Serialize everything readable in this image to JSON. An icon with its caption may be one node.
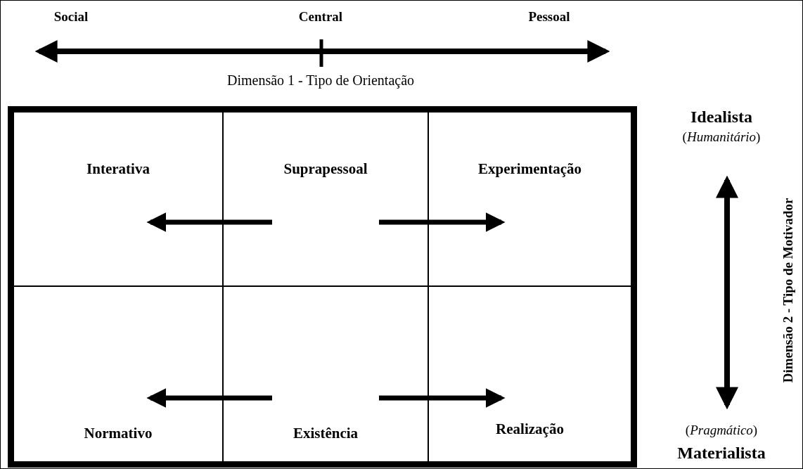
{
  "diagram": {
    "nodes": [
      {
        "text": [],
        "shape": "box"
      },
      {
        "text": [
          "Interativa"
        ],
        "in": 0
      },
      {
        "text": [
          "Suprapessoal"
        ],
        "in": 0
      },
      {
        "text": [
          "Experimentação"
        ],
        "in": 0
      },
      {
        "text": [
          "Normativo"
        ],
        "in": 0
      },
      {
        "text": [
          "Existência"
        ],
        "in": 0
      },
      {
        "text": [
          "Realização"
        ],
        "in": 0
      }
    ],
    "edges": [
      {
        "from": 2,
        "to": 1,
        "arrow": "to"
      },
      {
        "from": 2,
        "to": 3,
        "arrow": "to"
      },
      {
        "from": 5,
        "to": 4,
        "arrow": "to"
      },
      {
        "from": 5,
        "to": 6,
        "arrow": "to"
      }
    ],
    "labels": [
      "Social",
      "Central",
      "Pessoal",
      "Dimensão 1 - Tipo de Orientação",
      "Idealista",
      "(*Humanitário*)",
      "Dimensão 2 - Tipo de Motivador",
      "(*Pragmático*)",
      "Materialista"
    ]
  }
}
